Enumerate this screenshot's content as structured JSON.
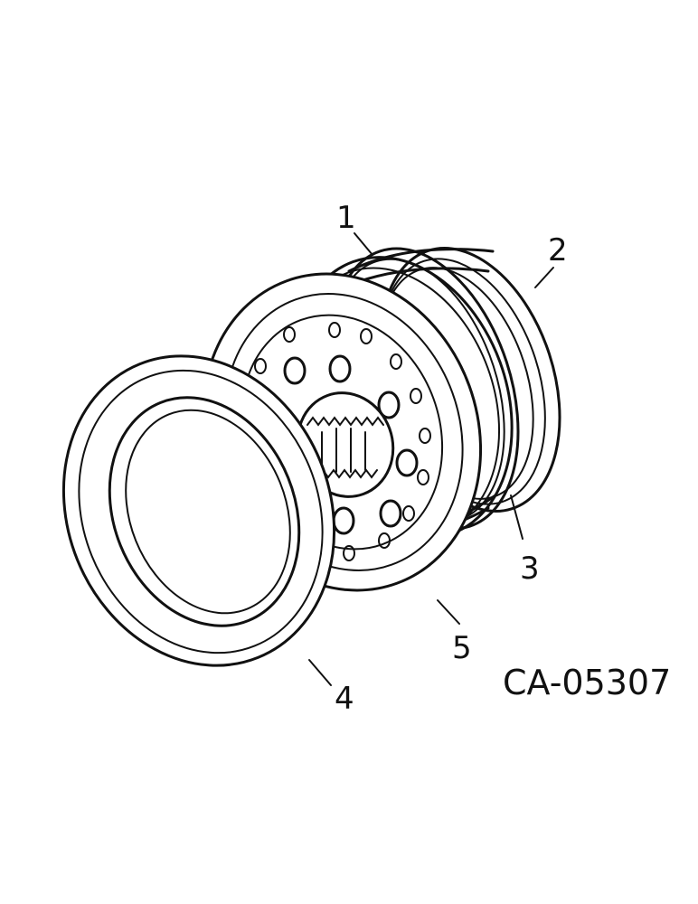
{
  "diagram": {
    "part_code": "CA-05307",
    "callouts": [
      {
        "id": "1",
        "label": "1"
      },
      {
        "id": "2",
        "label": "2"
      },
      {
        "id": "3",
        "label": "3"
      },
      {
        "id": "4",
        "label": "4"
      },
      {
        "id": "5",
        "label": "5"
      }
    ]
  }
}
